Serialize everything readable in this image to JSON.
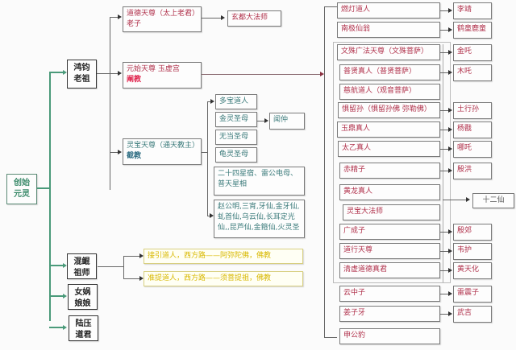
{
  "root": {
    "line1": "创始",
    "line2": "元灵"
  },
  "level1": [
    {
      "line1": "鸿钧",
      "line2": "老祖"
    },
    {
      "line1": "混鲲",
      "line2": "祖师"
    },
    {
      "line1": "女娲",
      "line2": "娘娘"
    },
    {
      "line1": "陆压",
      "line2": "道君"
    }
  ],
  "hongjun_children": {
    "laozi": {
      "line1": "道德天尊（太上老君）",
      "line2": "老子",
      "child": "玄都大法师"
    },
    "yuanshi": {
      "line1": "元始天尊 玉虚宫",
      "line2": "阐教"
    },
    "lingbao": {
      "line1": "灵宝天尊（通天教主）",
      "line2": "截教"
    }
  },
  "jiejiao_disciples": [
    {
      "label": "多宝道人"
    },
    {
      "label": "金灵圣母",
      "child": "闻仲"
    },
    {
      "label": "无当圣母"
    },
    {
      "label": "龟灵圣母"
    },
    {
      "label": "二十四星宿、雷公电母、普天星相"
    },
    {
      "label": "赵公明,三宵,牙仙,金牙仙,虬首仙,乌云仙,长耳定光仙,,昆芦仙,金箍仙,火灵圣"
    }
  ],
  "kunpeng_children": [
    {
      "label": "接引道人，西方路——阿弥陀佛，佛教"
    },
    {
      "label": "准提道人，西方路——须菩提祖，佛教"
    }
  ],
  "chanjiao_disciples": [
    {
      "name": "燃灯道人",
      "child": "李靖"
    },
    {
      "name": "南极仙翁",
      "child": "鹤童鹿童"
    },
    {
      "name": "文殊广法天尊（文殊菩萨）",
      "child": "金吒"
    },
    {
      "name": "普贤真人（普贤菩萨）",
      "child": "木吒"
    },
    {
      "name": "慈航道人（观音菩萨）"
    },
    {
      "name": "惧留孙（惧留孙佛 弥勒佛）",
      "child": "土行孙"
    },
    {
      "name": "玉鼎真人",
      "child": "杨戬"
    },
    {
      "name": "太乙真人",
      "child": "哪吒"
    },
    {
      "name": "赤精子",
      "child": "殷洪"
    },
    {
      "name": "黄龙真人"
    },
    {
      "name": "灵宝大法师"
    },
    {
      "name": "广成子",
      "child": "殷郊"
    },
    {
      "name": "道行天尊",
      "child": "韦护"
    },
    {
      "name": "清虚道德真君",
      "child": "黄天化"
    },
    {
      "name": "云中子",
      "child": "雷震子"
    },
    {
      "name": "姜子牙",
      "child": "武吉"
    },
    {
      "name": "申公豹"
    }
  ],
  "twelve_immortals": "十二仙",
  "colors": {
    "green": "#4a9a7a",
    "red": "#b0304a",
    "highlight_red": "#e0204a",
    "teal": "#2a6a80",
    "yellow": "#d8b800"
  }
}
